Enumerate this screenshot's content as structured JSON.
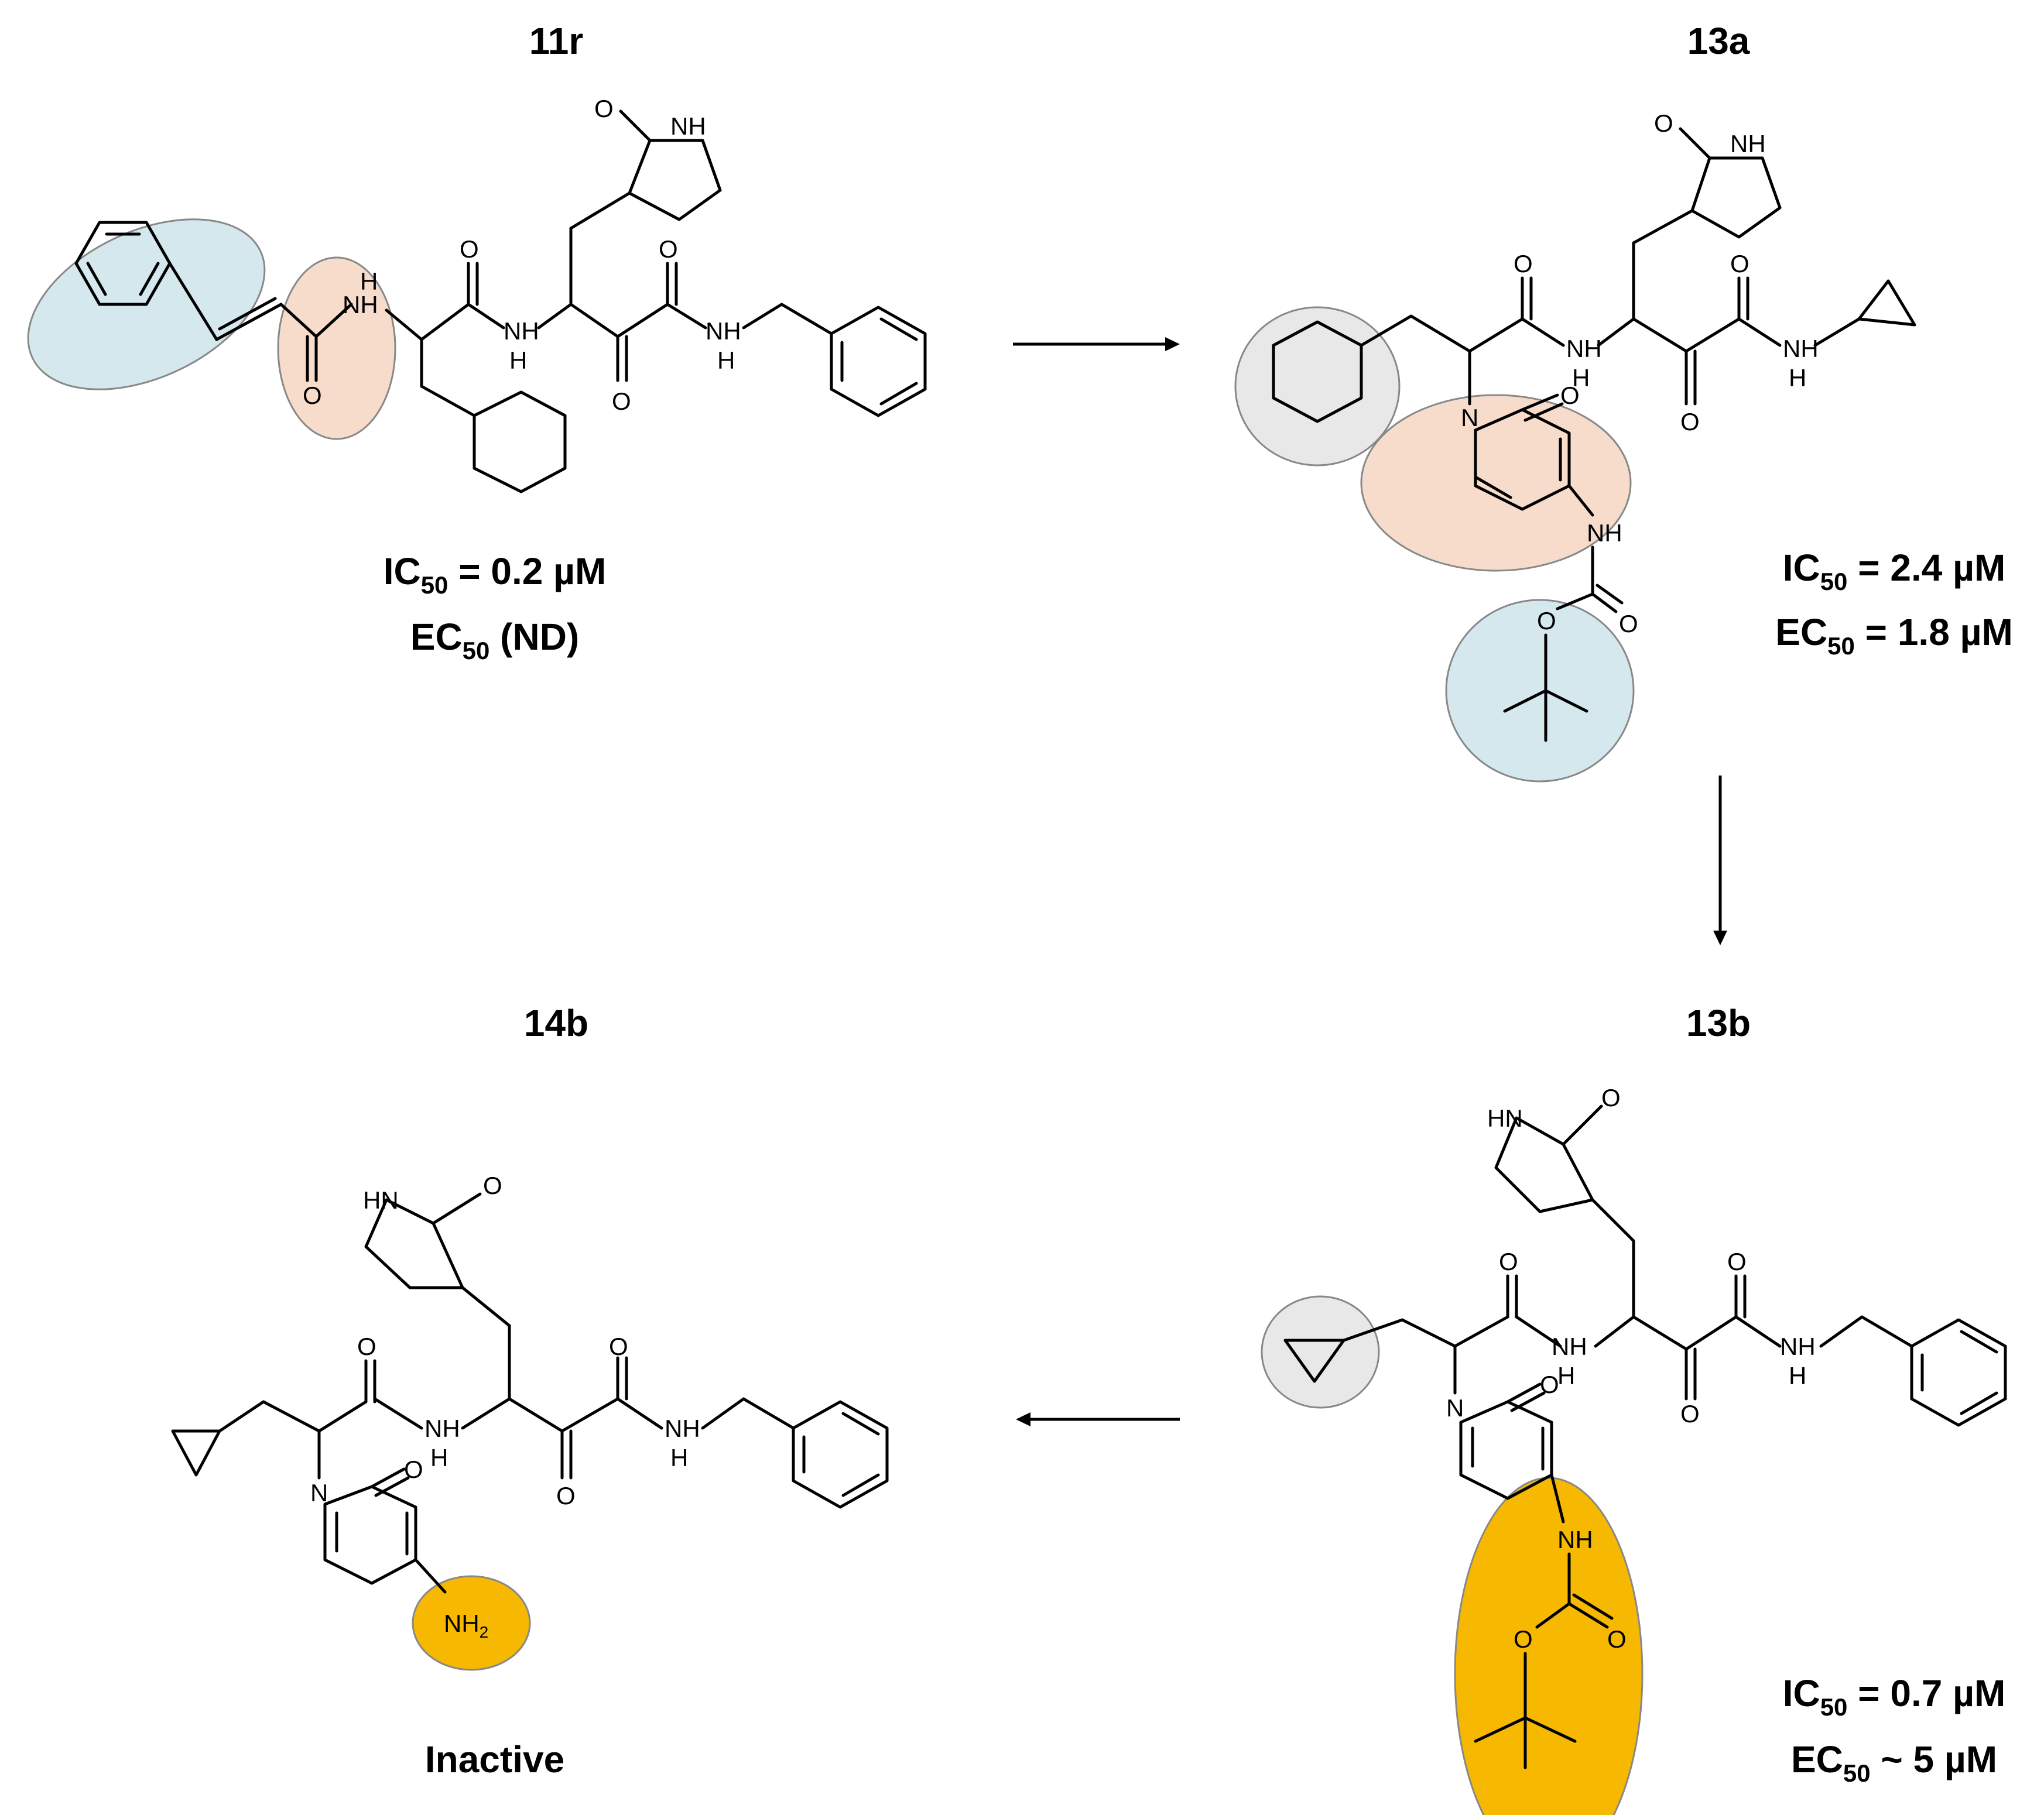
{
  "compounds": {
    "c11r": {
      "id": "11r",
      "ic50_label": "IC",
      "ic50_sub": "50",
      "ic50_value": " = 0.2 µM",
      "ec50_label": "EC",
      "ec50_sub": "50",
      "ec50_value": " (ND)"
    },
    "c13a": {
      "id": "13a",
      "ic50_label": "IC",
      "ic50_sub": "50",
      "ic50_value": " = 2.4 µM",
      "ec50_label": "EC",
      "ec50_sub": "50",
      "ec50_value": " = 1.8 µM"
    },
    "c13b": {
      "id": "13b",
      "ic50_label": "IC",
      "ic50_sub": "50",
      "ic50_value": " = 0.7 µM",
      "ec50_label": "EC",
      "ec50_sub": "50",
      "ec50_value": " ~ 5 µM"
    },
    "c14b": {
      "id": "14b",
      "activity": "Inactive"
    }
  },
  "atoms": {
    "O": "O",
    "NH": "NH",
    "HN": "HN",
    "H": "H",
    "N": "N",
    "NH2": "NH",
    "two": "2"
  },
  "colors": {
    "blue_highlight": "#d4e8ee",
    "orange_highlight": "#f7dccb",
    "grey_highlight": "#e8e8e8",
    "gold_highlight": "#f6b800"
  }
}
